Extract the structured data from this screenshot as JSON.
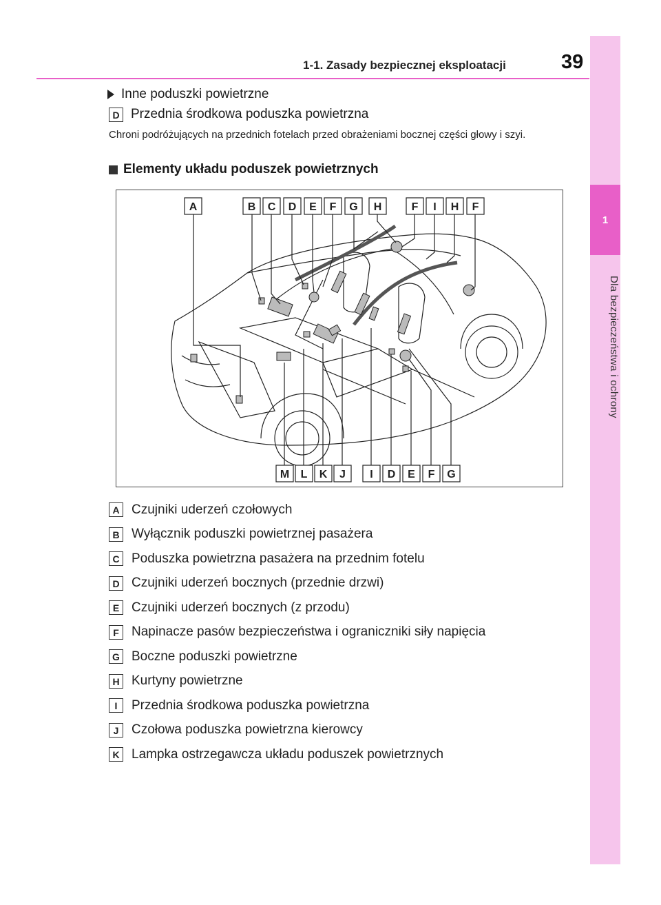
{
  "header": {
    "section_title": "1-1. Zasady bezpiecznej eksploatacji",
    "page_number": "39"
  },
  "side_tab": {
    "chapter_number": "1",
    "chapter_title": "Dla bezpieczeństwa i ochrony"
  },
  "intro": {
    "bullet_text": "Inne poduszki powietrzne",
    "item_letter": "D",
    "item_label": "Przednia środkowa poduszka powietrzna",
    "description": "Chroni podróżujących na przednich fotelach przed obrażeniami bocznej części głowy i szyi."
  },
  "section": {
    "heading": "Elementy układu poduszek powietrznych"
  },
  "figure": {
    "top_labels": [
      "A",
      "B",
      "C",
      "D",
      "E",
      "F",
      "G",
      "H",
      "F",
      "I",
      "H",
      "F"
    ],
    "bottom_labels": [
      "M",
      "L",
      "K",
      "J",
      "I",
      "D",
      "E",
      "F",
      "G"
    ]
  },
  "legend": [
    {
      "letter": "A",
      "text": "Czujniki uderzeń czołowych"
    },
    {
      "letter": "B",
      "text": "Wyłącznik poduszki powietrznej pasażera"
    },
    {
      "letter": "C",
      "text": "Poduszka powietrzna pasażera na przednim fotelu"
    },
    {
      "letter": "D",
      "text": "Czujniki uderzeń bocznych (przednie drzwi)"
    },
    {
      "letter": "E",
      "text": "Czujniki uderzeń bocznych (z przodu)"
    },
    {
      "letter": "F",
      "text": "Napinacze pasów bezpieczeństwa i ograniczniki siły napięcia"
    },
    {
      "letter": "G",
      "text": "Boczne poduszki powietrzne"
    },
    {
      "letter": "H",
      "text": "Kurtyny powietrzne"
    },
    {
      "letter": "I",
      "text": "Przednia środkowa poduszka powietrzna"
    },
    {
      "letter": "J",
      "text": "Czołowa poduszka powietrzna kierowcy"
    },
    {
      "letter": "K",
      "text": "Lampka ostrzegawcza układu poduszek powietrznych"
    }
  ],
  "colors": {
    "accent": "#e85fc8",
    "side_strip": "#f6c5ec"
  }
}
